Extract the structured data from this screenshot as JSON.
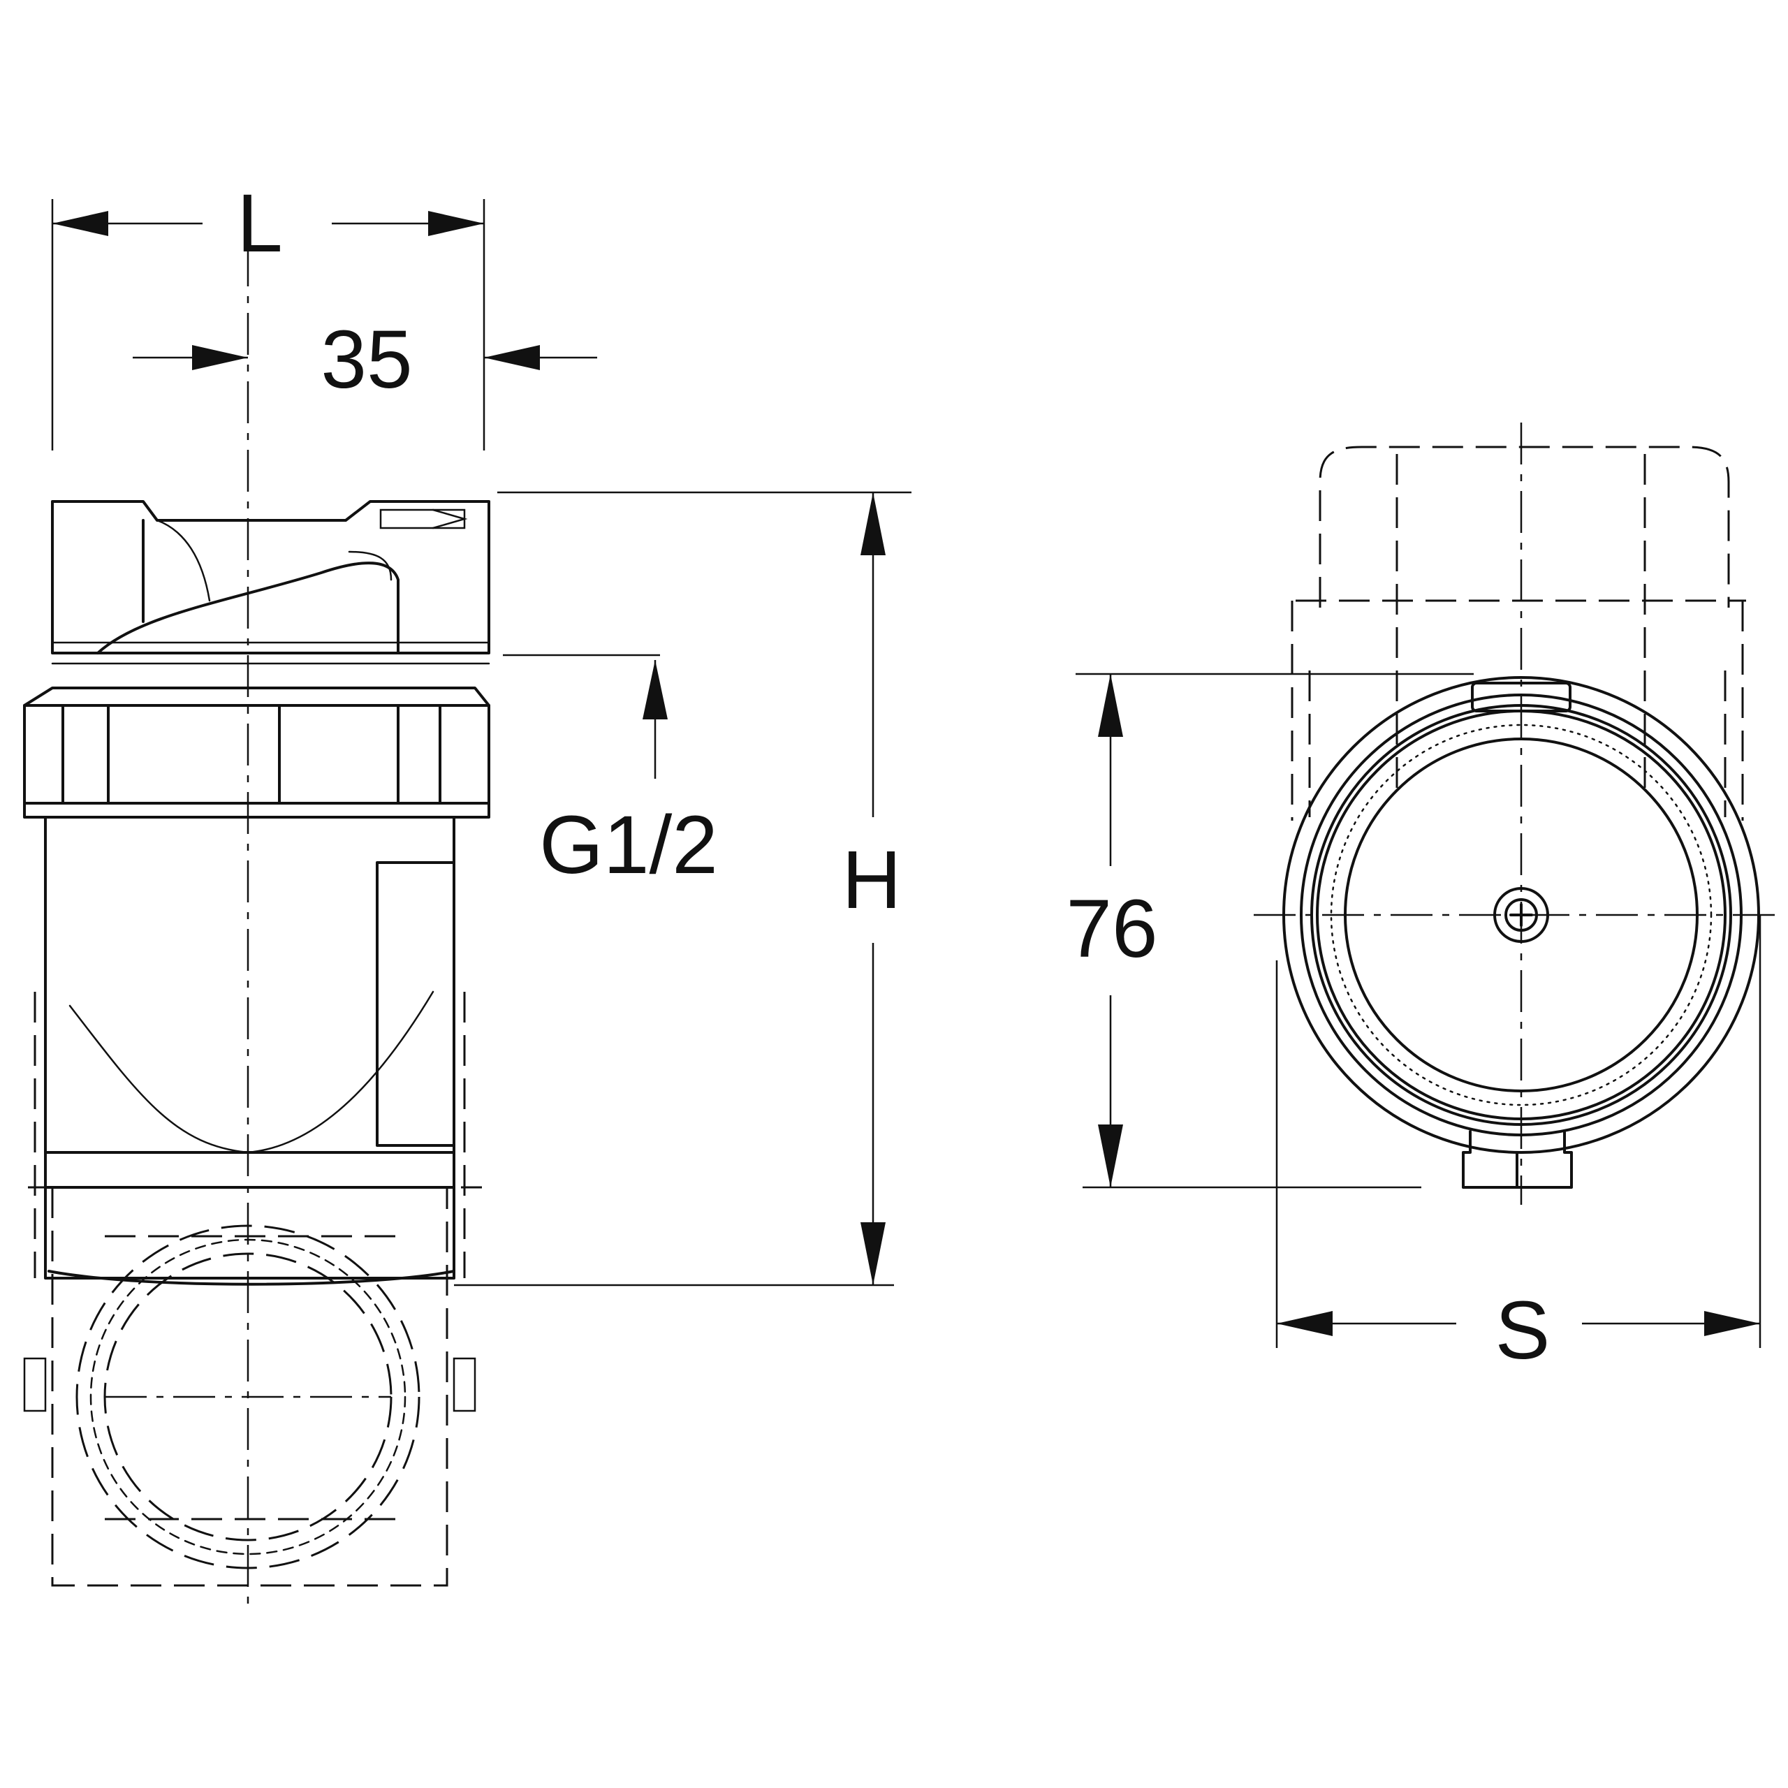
{
  "dimensions": {
    "L": "L",
    "width_35": "35",
    "thread": "G1/2",
    "H": "H",
    "height_76": "76",
    "S": "S"
  },
  "colors": {
    "line": "#111111",
    "background": "#ffffff"
  }
}
